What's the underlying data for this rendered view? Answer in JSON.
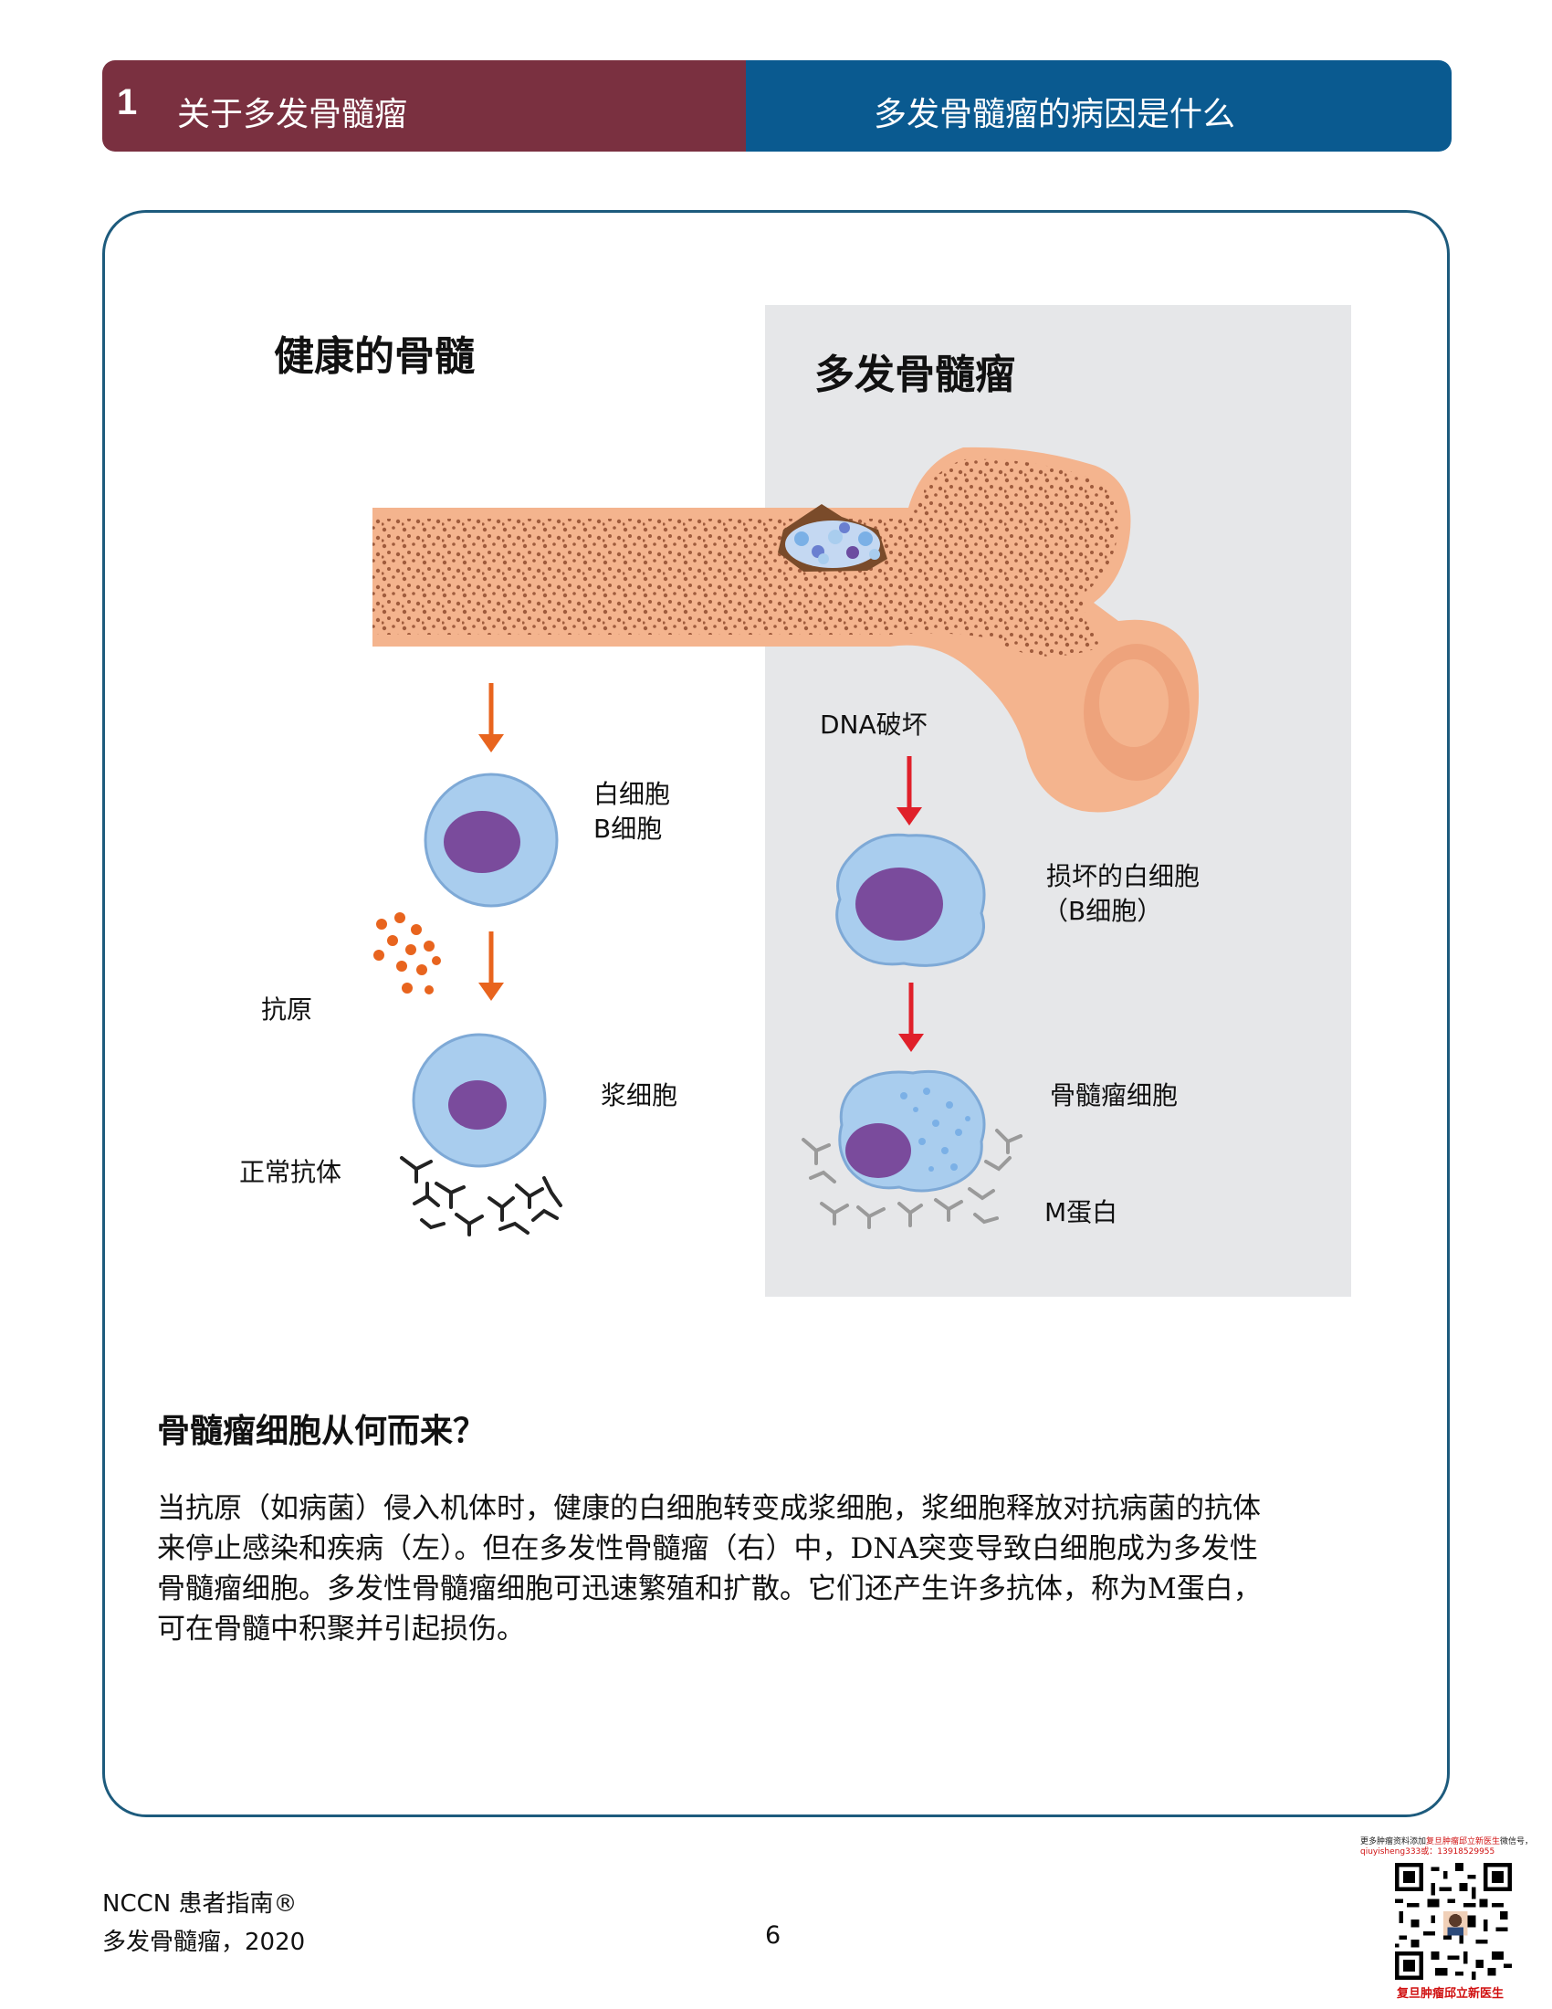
{
  "header": {
    "chapter_number": "1",
    "chapter_title": "关于多发骨髓瘤",
    "section_title": "多发骨髓瘤的病因是什么"
  },
  "figure": {
    "healthy_title": "健康的骨髓",
    "myeloma_title": "多发骨髓瘤",
    "labels": {
      "white_cell": "白细胞",
      "b_cell": "B细胞",
      "antigen": "抗原",
      "plasma_cell": "浆细胞",
      "normal_antibody": "正常抗体",
      "dna_damage": "DNA破坏",
      "damaged_white_cell": "损坏的白细胞",
      "damaged_b_cell": "（B细胞）",
      "myeloma_cell": "骨髓瘤细胞",
      "m_protein": "M蛋白"
    },
    "colors": {
      "bone": "#f4b48e",
      "arrow_left": "#e8641e",
      "arrow_right": "#e0202a",
      "cell": "#a9cdee",
      "nucleus": "#7a4b9c"
    }
  },
  "question": "骨髓瘤细胞从何而来？",
  "body_lines": [
    "当抗原（如病菌）侵入机体时，健康的白细胞转变成浆细胞，浆细胞释放对抗病菌的抗体",
    "来停止感染和疾病（左）。但在多发性骨髓瘤（右）中，DNA突变导致白细胞成为多发性",
    "骨髓瘤细胞。多发性骨髓瘤细胞可迅速繁殖和扩散。它们还产生许多抗体，称为M蛋白，",
    "可在骨髓中积聚并引起损伤。"
  ],
  "footer": {
    "line1": "NCCN 患者指南®",
    "line2": "多发骨髓瘤，2020",
    "page": "6"
  },
  "watermark": {
    "note_a": "更多肿瘤资料添加",
    "note_b": "复旦肿瘤邱立新医生",
    "note_c": "微信号，",
    "note_d": "qiuyisheng333或：13918529955",
    "caption": "复旦肿瘤邱立新医生"
  }
}
